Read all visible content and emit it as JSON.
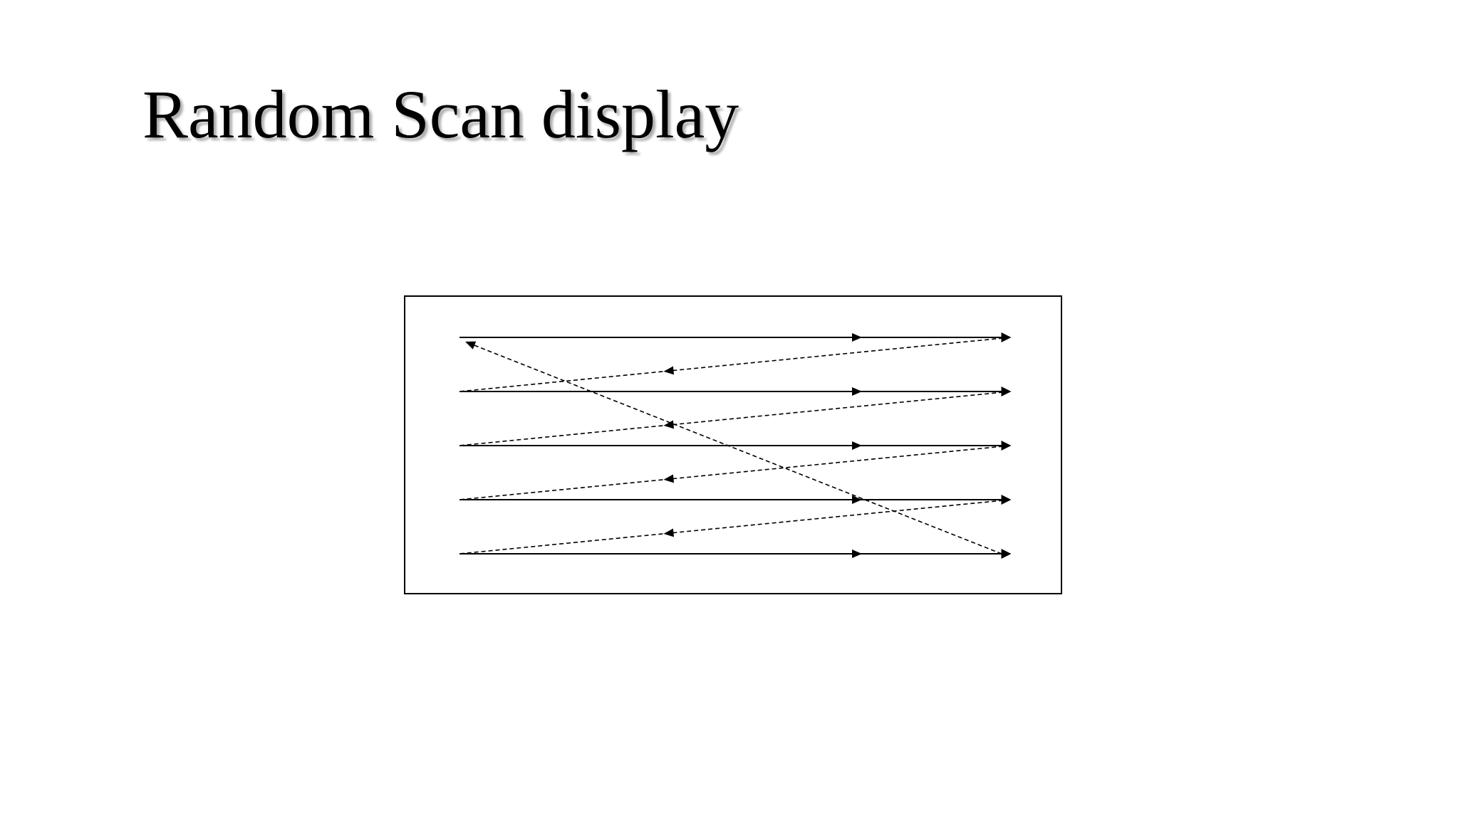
{
  "slide": {
    "title": "Random Scan display"
  },
  "diagram": {
    "scan_line_count": 5,
    "trace_style": "solid",
    "retrace_style": "dashed",
    "stroke_color": "#000000",
    "background_color": "#ffffff"
  }
}
